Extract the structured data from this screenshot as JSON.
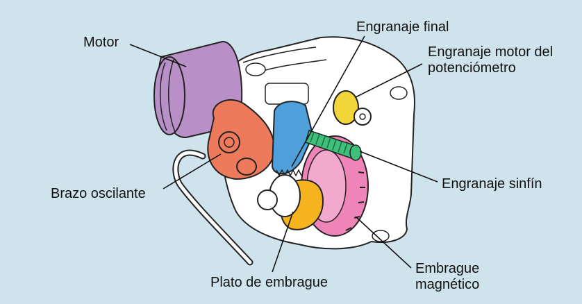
{
  "diagram": {
    "colors": {
      "background": "#cfe3ec",
      "motor": "#b98fc7",
      "swing_arm": "#ee7a5c",
      "final_gear": "#4f9fdb",
      "clutch_plate": "#f5b41e",
      "magnetic_clutch": "#ee84b8",
      "worm_gear": "#3fc07a",
      "pot_gear": "#f3d63a",
      "housing": "#ffffff",
      "outline": "#222222",
      "leader": "#111111"
    },
    "labels": {
      "motor": "Motor",
      "final_gear": "Engranaje final",
      "pot_gear_line1": "Engranaje motor del",
      "pot_gear_line2": "potenciómetro",
      "swing_arm": "Brazo oscilante",
      "worm_gear": "Engranaje sinfín",
      "clutch_plate": "Plato de embrague",
      "magnetic_clutch_line1": "Embrague",
      "magnetic_clutch_line2": "magnético"
    }
  }
}
